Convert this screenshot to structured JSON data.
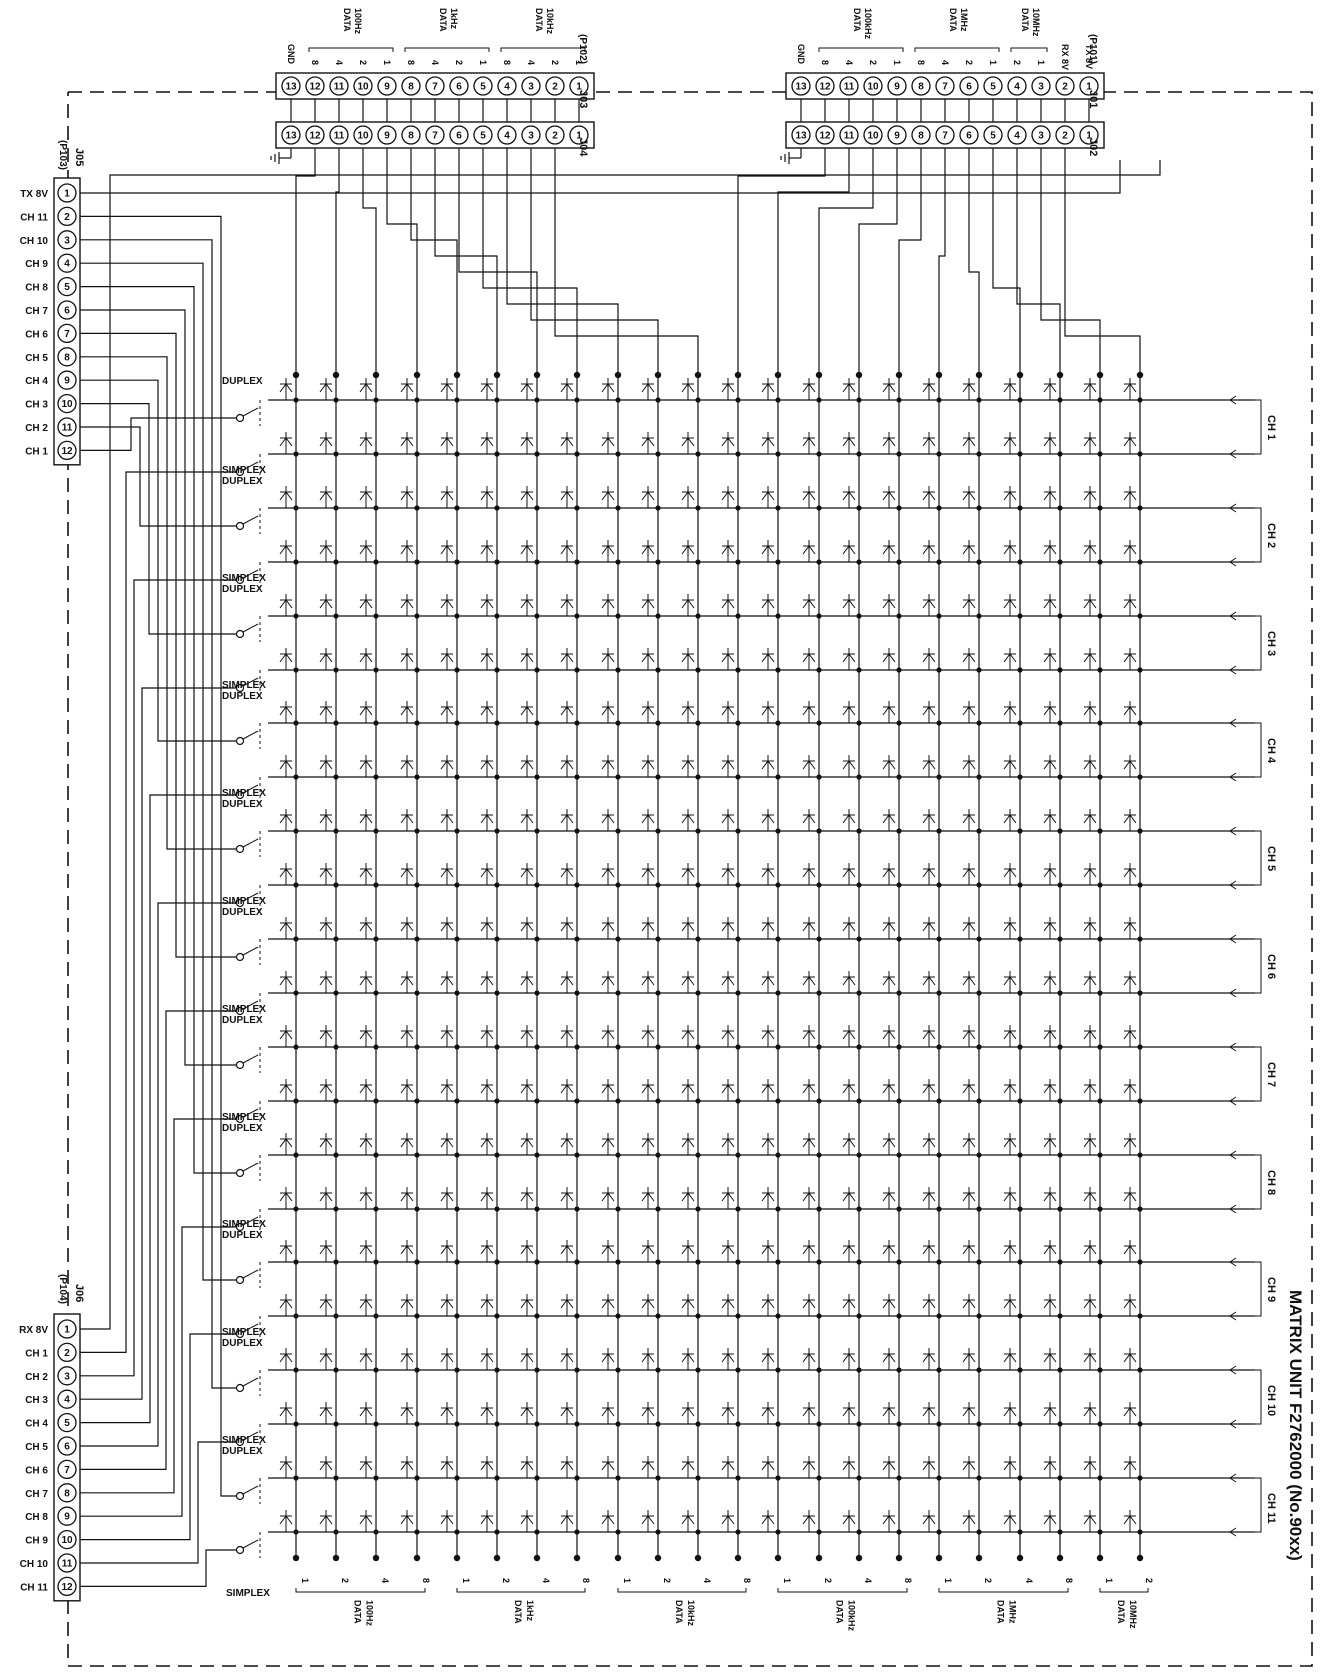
{
  "title": "MATRIX UNIT F2762000 (No.90xx)",
  "connectors": {
    "J01": {
      "name": "J01",
      "plug": "(P101)"
    },
    "J02": {
      "name": "J02"
    },
    "J03": {
      "name": "J03",
      "plug": "(P102)"
    },
    "J04": {
      "name": "J04"
    },
    "J05": {
      "name": "J05",
      "plug": "(P103)"
    },
    "J06": {
      "name": "J06",
      "plug": "(P104)"
    }
  },
  "pin_numbers": [
    "1",
    "2",
    "3",
    "4",
    "5",
    "6",
    "7",
    "8",
    "9",
    "10",
    "11",
    "12",
    "13"
  ],
  "j05_labels": [
    "TX 8V",
    "CH 11",
    "CH 10",
    "CH 9",
    "CH 8",
    "CH 7",
    "CH 6",
    "CH 5",
    "CH 4",
    "CH 3",
    "CH 2",
    "CH 1"
  ],
  "j06_labels": [
    "RX 8V",
    "CH 1",
    "CH 2",
    "CH 3",
    "CH 4",
    "CH 5",
    "CH 6",
    "CH 7",
    "CH 8",
    "CH 9",
    "CH 10",
    "CH 11"
  ],
  "top_left_groups": [
    {
      "label": "100Hz DATA",
      "bits": [
        "8",
        "4",
        "2",
        "1"
      ]
    },
    {
      "label": "1kHz DATA",
      "bits": [
        "8",
        "4",
        "2",
        "1"
      ]
    },
    {
      "label": "10kHz DATA",
      "bits": [
        "8",
        "4",
        "2",
        "1"
      ]
    }
  ],
  "top_left_gnd": "GND",
  "top_right_groups": [
    {
      "label": "100kHz DATA",
      "bits": [
        "8",
        "4",
        "2",
        "1"
      ]
    },
    {
      "label": "1MHz DATA",
      "bits": [
        "8",
        "4",
        "2",
        "1"
      ]
    },
    {
      "label": "10MHz DATA",
      "bits": [
        "2",
        "1"
      ]
    }
  ],
  "top_right_gnd": "GND",
  "top_right_power": [
    "RX 8V",
    "TX 8V"
  ],
  "bottom_groups": [
    {
      "label": "100Hz DATA",
      "bits": [
        "1",
        "2",
        "4",
        "8"
      ]
    },
    {
      "label": "1kHz DATA",
      "bits": [
        "1",
        "2",
        "4",
        "8"
      ]
    },
    {
      "label": "10kHz DATA",
      "bits": [
        "1",
        "2",
        "4",
        "8"
      ]
    },
    {
      "label": "100kHz DATA",
      "bits": [
        "1",
        "2",
        "4",
        "8"
      ]
    },
    {
      "label": "1MHz DATA",
      "bits": [
        "1",
        "2",
        "4",
        "8"
      ]
    },
    {
      "label": "10MHz DATA",
      "bits": [
        "1",
        "2"
      ]
    }
  ],
  "channels": [
    "CH 1",
    "CH 2",
    "CH 3",
    "CH 4",
    "CH 5",
    "CH 6",
    "CH 7",
    "CH 8",
    "CH 9",
    "CH 10",
    "CH 11"
  ],
  "switch_labels": {
    "simplex": "SIMPLEX",
    "duplex": "DUPLEX"
  },
  "ground_symbol": "ground-icon",
  "diode_symbol": "diode-icon",
  "switch_symbol": "switch-icon"
}
